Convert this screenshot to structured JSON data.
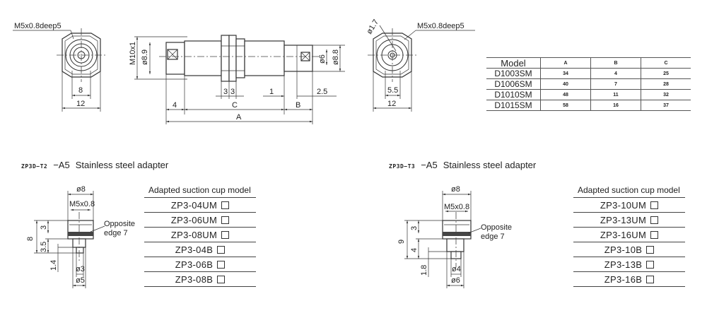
{
  "top_drawing": {
    "left_view": {
      "thread_label": "M5x0.8deep5",
      "dim_inner": "8",
      "dim_outer": "12"
    },
    "side_view": {
      "thread": "M10x1",
      "dia_left": "ø8.9",
      "dia_right_a": "ø6",
      "dia_right_b": "ø8.8",
      "dim_3a": "3",
      "dim_3b": "3",
      "dim_1": "1",
      "dim_2_5": "2.5",
      "dim_4": "4",
      "dim_C": "C",
      "dim_B": "B",
      "dim_A": "A"
    },
    "right_view": {
      "angle_label": "ø1.7",
      "thread_label": "M5x0.8deep5",
      "dim_inner": "5.5",
      "dim_outer": "12"
    }
  },
  "model_table": {
    "headers": [
      "Model",
      "A",
      "B",
      "C"
    ],
    "rows": [
      [
        "D1003SM",
        "34",
        "4",
        "25"
      ],
      [
        "D1006SM",
        "40",
        "7",
        "28"
      ],
      [
        "D1010SM",
        "48",
        "11",
        "32"
      ],
      [
        "D1015SM",
        "58",
        "16",
        "37"
      ]
    ]
  },
  "sections": [
    {
      "code": "ZP3D−T2",
      "suffix": "−A5",
      "desc": "Stainless steel adapter",
      "dims": {
        "top": "ø8",
        "thread": "M5x0.8",
        "opposite": "Opposite",
        "edge": "edge 7",
        "h_total": "8",
        "h_top": "3",
        "h_mid": "3.5",
        "h_bot": "1.4",
        "d_inner": "ø3",
        "d_outer": "ø5"
      },
      "list_header": "Adapted suction cup model",
      "items": [
        "ZP3-04UM",
        "ZP3-06UM",
        "ZP3-08UM",
        "ZP3-04B",
        "ZP3-06B",
        "ZP3-08B"
      ]
    },
    {
      "code": "ZP3D−T3",
      "suffix": "−A5",
      "desc": "Stainless steel adapter",
      "dims": {
        "top": "ø8",
        "thread": "M5x0.8",
        "opposite": "Opposite",
        "edge": "edge 7",
        "h_total": "9",
        "h_top": "3",
        "h_mid": "4",
        "h_bot": "1.8",
        "d_inner": "ø4",
        "d_outer": "ø6"
      },
      "list_header": "Adapted suction cup model",
      "items": [
        "ZP3-10UM",
        "ZP3-13UM",
        "ZP3-16UM",
        "ZP3-10B",
        "ZP3-13B",
        "ZP3-16B"
      ]
    }
  ]
}
